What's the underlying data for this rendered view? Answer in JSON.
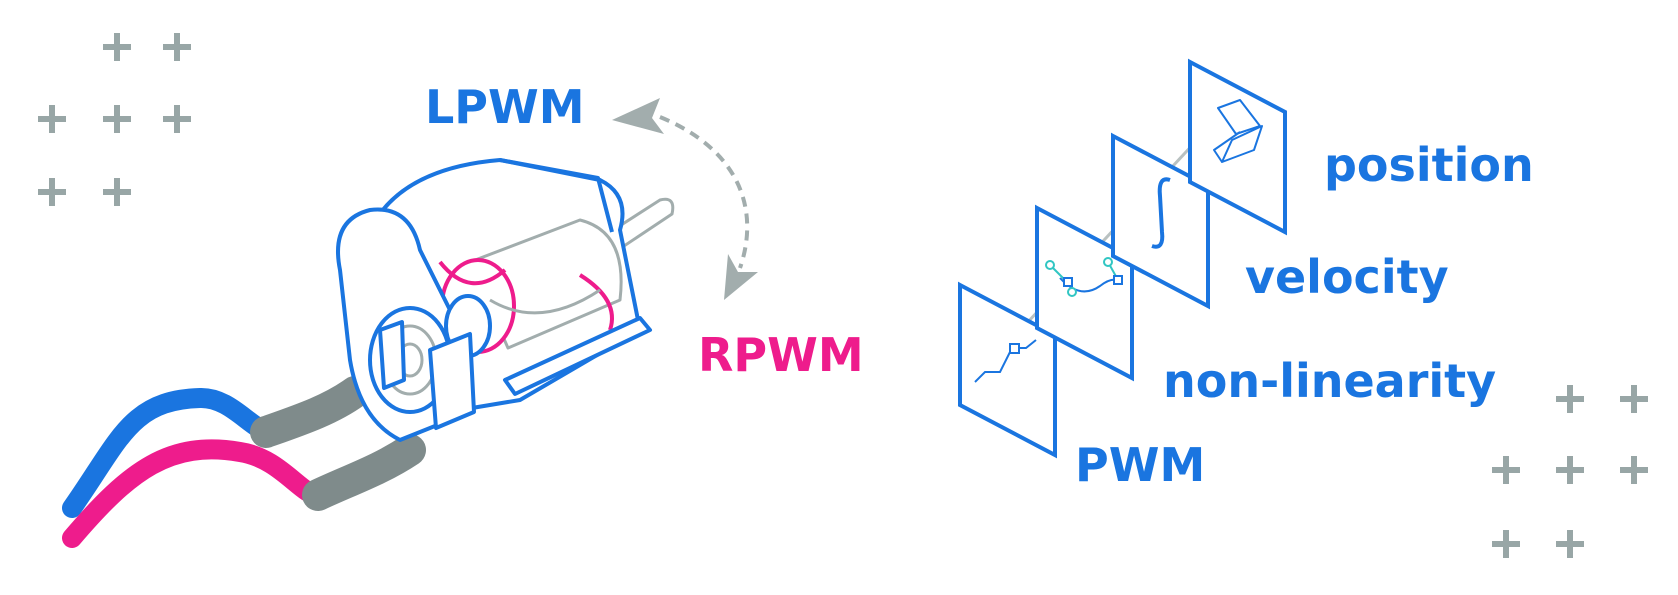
{
  "labels": {
    "lpwm": "LPWM",
    "rpwm": "RPWM",
    "position": "position",
    "velocity": "velocity",
    "non_linearity": "non-linearity",
    "pwm": "PWM"
  },
  "colors": {
    "blue": "#1a75e0",
    "pink": "#ee1c8c",
    "gray": "#8b9696",
    "light_gray": "#b9c1c1",
    "cyan": "#31c6c3"
  },
  "icons": {
    "motor": "dc-motor-cutaway-icon",
    "rotation": "rotation-arrow-icon",
    "plus": "plus-icon",
    "integral": "integral-icon",
    "curve": "bezier-curve-icon",
    "position_shape": "position-shape-icon",
    "pwm_step": "pwm-step-icon"
  }
}
